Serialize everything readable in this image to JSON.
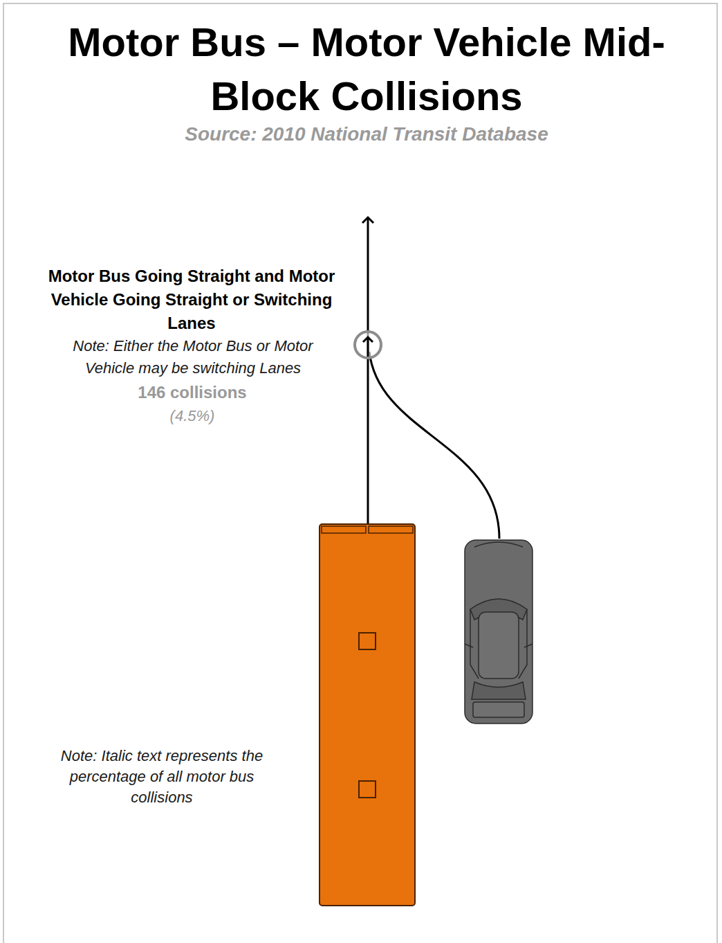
{
  "diagram": {
    "title": "Motor Bus – Motor Vehicle Mid-Block Collisions",
    "caption": "Source: 2010 National Transit Database",
    "labels": [
      "Motor Bus Going Straight and Motor Vehicle Going Straight or Switching Lanes",
      "Note: Either the Motor Bus or Motor Vehicle may be switching Lanes",
      "146 collisions",
      "(4.5%)",
      "Note: Italic text represents the percentage of all motor bus collisions"
    ]
  }
}
